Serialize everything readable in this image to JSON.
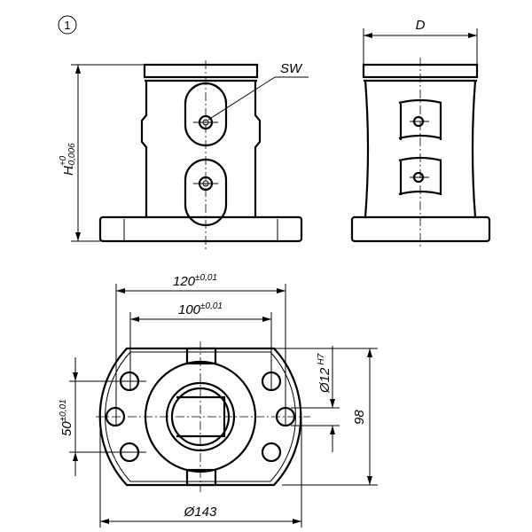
{
  "view_label": "1",
  "front_view": {
    "sw_label": "SW",
    "height_label": "H",
    "height_tol_upper": "+0",
    "height_tol_lower": "-0,006"
  },
  "side_view": {
    "depth_label": "D"
  },
  "bottom_view": {
    "dim_120": "120",
    "dim_120_tol": "±0,01",
    "dim_100": "100",
    "dim_100_tol": "±0,01",
    "dim_50": "50",
    "dim_50_tol": "±0,01",
    "dim_12": "Ø12",
    "dim_12_tol": "H7",
    "dim_98": "98",
    "dim_143": "Ø143"
  },
  "colors": {
    "line": "#000000",
    "background": "#ffffff"
  }
}
